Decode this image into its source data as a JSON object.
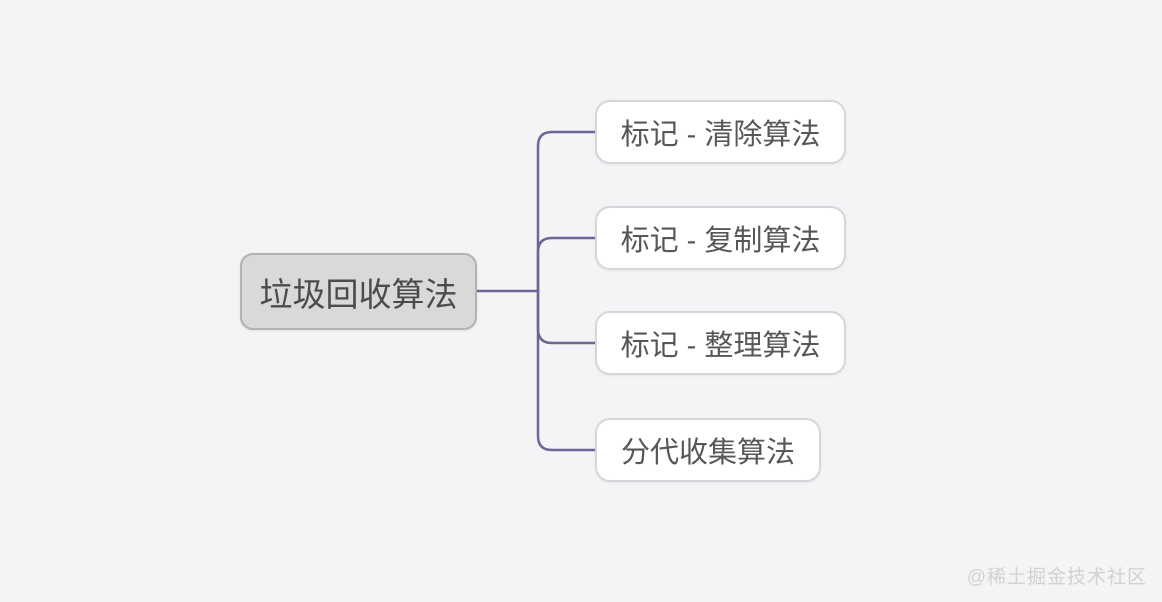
{
  "diagram": {
    "type": "mindmap",
    "root": {
      "label": "垃圾回收算法"
    },
    "children": [
      {
        "label": "标记 - 清除算法"
      },
      {
        "label": "标记 - 复制算法"
      },
      {
        "label": "标记 - 整理算法"
      },
      {
        "label": "分代收集算法"
      }
    ]
  },
  "watermark": {
    "text": "@稀土掘金技术社区"
  },
  "colors": {
    "background": "#f4f4f6",
    "connector": "#6c6795",
    "root_fill": "#d9d9d9",
    "root_border": "#b3b3b6",
    "root_text": "#4c4c4e",
    "child_fill": "#ffffff",
    "child_border": "#d6d6da",
    "child_text": "#57575a",
    "watermark_text": "#d2d2d4"
  }
}
